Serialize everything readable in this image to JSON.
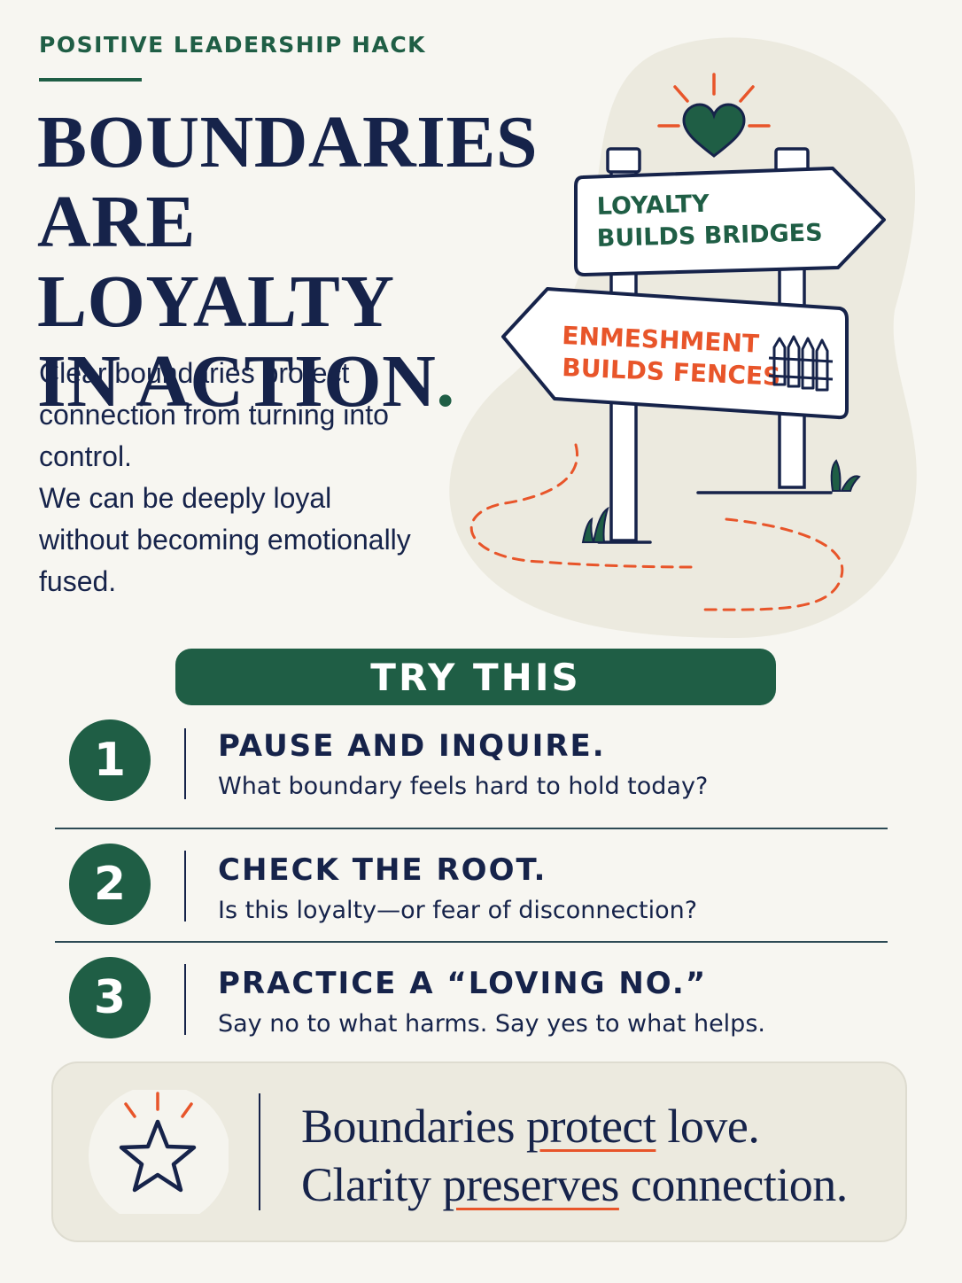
{
  "eyebrow": "POSITIVE LEADERSHIP HACK",
  "title": {
    "line1": "BOUNDARIES",
    "line2": "ARE LOYALTY",
    "line3": "IN ACTION",
    "dot": "."
  },
  "intro": {
    "line1": "Clear boundaries protect connection from turning into control.",
    "line2": "We can be deeply loyal without becoming emotionally fused."
  },
  "signs": {
    "top_line1": "LOYALTY",
    "top_line2": "BUILDS BRIDGES",
    "bottom_line1": "ENMESHMENT",
    "bottom_line2": "BUILDS FENCES"
  },
  "try_this": "TRY THIS",
  "steps": [
    {
      "number": "1",
      "title": "PAUSE AND INQUIRE.",
      "desc": "What boundary feels hard to hold today?"
    },
    {
      "number": "2",
      "title": "CHECK THE ROOT.",
      "desc": "Is this loyalty—or fear of disconnection?"
    },
    {
      "number": "3",
      "title": "PRACTICE A “LOVING NO.”",
      "desc": "Say no to what harms. Say yes to what helps."
    }
  ],
  "quote": {
    "l1_a": "Boundaries ",
    "l1_hl": "protect",
    "l1_b": " love.",
    "l2_a": "Clarity ",
    "l2_hl": "preserves",
    "l2_b": " connection."
  },
  "icons": {
    "heart": "heart-icon",
    "fence": "fence-icon",
    "star": "star-icon",
    "grass": "grass-icon"
  },
  "colors": {
    "navy": "#16234a",
    "green": "#1f5e45",
    "orange": "#e8552a",
    "background": "#f7f6f1"
  }
}
